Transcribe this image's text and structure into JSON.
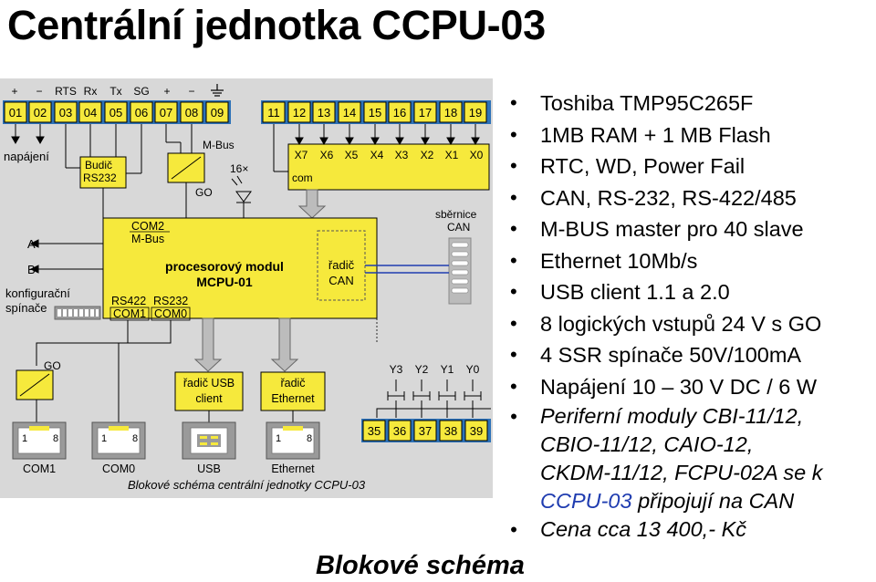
{
  "title": "Centrální jednotka CCPU-03",
  "caption": "Blokové schéma",
  "diagram": {
    "top_signals": [
      "+",
      "−",
      "RTS",
      "Rx",
      "Tx",
      "SG",
      "+",
      "−"
    ],
    "top_pins_left": [
      "01",
      "02",
      "03",
      "04",
      "05",
      "06",
      "07",
      "08",
      "09"
    ],
    "top_pins_right": [
      "11",
      "12",
      "13",
      "14",
      "15",
      "16",
      "17",
      "18",
      "19"
    ],
    "inputs": [
      "X7",
      "X6",
      "X5",
      "X4",
      "X3",
      "X2",
      "X1",
      "X0"
    ],
    "com": "com",
    "power_label": "napájení",
    "budic_label_1": "Budič",
    "budic_label_2": "RS232",
    "mbus_label": "M-Bus",
    "go_label": "GO",
    "leds_label": "16×",
    "com2_label": "COM2",
    "com2_sub": "M-Bus",
    "module_name_1": "procesorový modul",
    "module_name_2": "MCPU-01",
    "can_ctrl_1": "řadič",
    "can_ctrl_2": "CAN",
    "can_bus_1": "sběrnice",
    "can_bus_2": "CAN",
    "rs422": "RS422",
    "rs232": "RS232",
    "com1": "COM1",
    "com0": "COM0",
    "ab_a": "A",
    "ab_b": "B",
    "config_1": "konfigurační",
    "config_2": "spínače",
    "go2_label": "GO",
    "usb_ctrl_1": "řadič USB",
    "usb_ctrl_2": "client",
    "eth_ctrl_1": "řadič",
    "eth_ctrl_2": "Ethernet",
    "outputs": [
      "Y3",
      "Y2",
      "Y1",
      "Y0"
    ],
    "bottom_pins": [
      "35",
      "36",
      "37",
      "38",
      "39"
    ],
    "conn_pin_1": "1",
    "conn_pin_8": "8",
    "connectors": [
      "COM1",
      "COM0",
      "USB",
      "Ethernet"
    ],
    "diagram_caption": "Blokové schéma centrální jednotky CCPU-03"
  },
  "bullets": {
    "b1": "Toshiba TMP95C265F",
    "b2": "1MB RAM + 1 MB Flash",
    "b3": "RTC, WD, Power Fail",
    "b4": "CAN, RS-232, RS-422/485",
    "b5": "M-BUS master pro 40 slave",
    "b6": "Ethernet 10Mb/s",
    "b7": "USB client 1.1 a 2.0",
    "b8": "8 logických vstupů 24 V s GO",
    "b9": "4 SSR spínače 50V/100mA",
    "b10": "Napájení 10 – 30 V DC / 6 W",
    "b11_1": "Periferní moduly CBI-11/12,",
    "b11_2": "CBIO-11/12, CAIO-12,",
    "b11_3": "CKDM-11/12, FCPU-02A se k",
    "b11_4a": "CCPU-03",
    "b11_4b": " připojují na CAN",
    "b12": "Cena cca 13 400,- Kč"
  },
  "colors": {
    "panel": "#d8d8d8",
    "pin_blue": "#2d72b8",
    "module_yellow": "#f6e93c",
    "arrow_gray": "#bcbcbc",
    "can_link": "#1f3cb0"
  }
}
